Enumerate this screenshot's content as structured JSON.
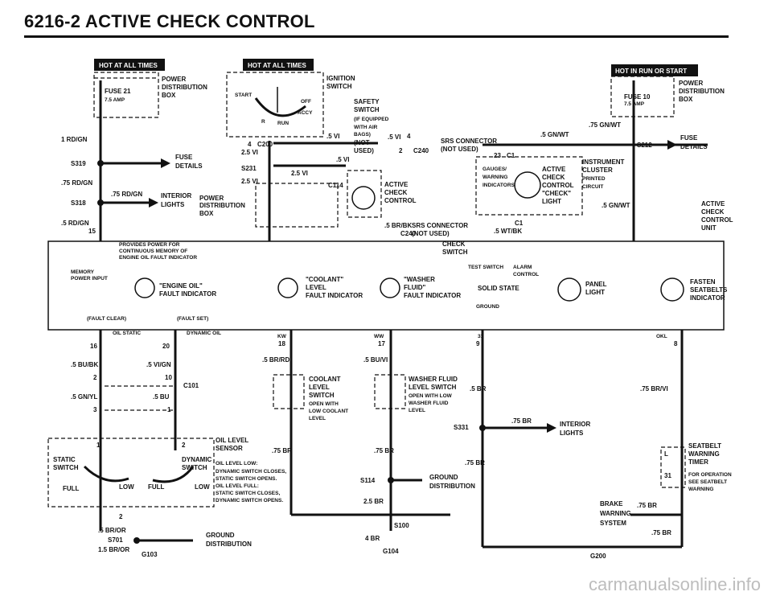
{
  "title": "6216-2  ACTIVE CHECK CONTROL",
  "watermark": "carmanualsonline.info",
  "badges": [
    "HOT AT ALL TIMES",
    "HOT AT ALL TIMES",
    "HOT IN RUN OR START"
  ],
  "fuses": {
    "f21": {
      "name": "FUSE 21",
      "rating": "7.5 AMP"
    },
    "f10": {
      "name": "FUSE 10",
      "rating": "7.5 AMP"
    }
  },
  "splices": {
    "s319": "S319",
    "s318": "S318",
    "s231": "S231",
    "s212": "S212",
    "s331": "S331",
    "s114": "S114",
    "s100": "S100",
    "s701": "S701"
  },
  "connectors": {
    "c200": "C200",
    "c240": "C240",
    "c114": "C114",
    "c1": "C1",
    "c101": "C101"
  },
  "grounds": {
    "g104": "G104",
    "g200": "G200",
    "g103": "G103"
  },
  "pins": {
    "p1": "1",
    "p2": "2",
    "p3": "3",
    "p4": "4",
    "p8": "8",
    "p9": "9",
    "p10": "10",
    "p15": "15",
    "p16": "16",
    "p17": "17",
    "p18": "18",
    "p20": "20",
    "p23": "23",
    "p31": "31"
  },
  "wires": {
    "w1": "1 RD/GN",
    "w2": ".75 RD/GN",
    "w3": ".75 RD/GN",
    "w4": ".5 RD/GN",
    "w5": ".5 VI",
    "w6": ".5 VI",
    "w7": "2.5 VI",
    "w7b": "2.5 VI",
    "w8": ".5 VI",
    "w9": "2.5 VI",
    "w10": ".5 BR/BK",
    "w11": ".5 GN/WT",
    "w11b": ".75 GN/WT",
    "w12": ".5 GN/WT",
    "w13": ".5 WT/BK",
    "w14": ".5 BU/BK",
    "w15": ".5 VI/GN",
    "w16": ".5 BR/RD",
    "w17": ".5 BU/VI",
    "w18": ".5 GN/YL",
    "w19": ".5 BU",
    "w20": ".5 BR",
    "w21": ".75 BR/VI",
    "w22": ".75 BR",
    "w23": ".75 BR",
    "w24": ".75 BR",
    "w25": ".75 BR",
    "w26": "2.5 BR",
    "w27": "4 BR",
    "w28": ".75 BR",
    "w29": ".75 BR",
    "w30": ".5 BR/OR",
    "w31": "1.5 BR/OR"
  },
  "labels": {
    "power_dist_1a": "POWER",
    "power_dist_1b": "DISTRIBUTION",
    "power_dist_1c": "BOX",
    "power_dist_2a": "POWER",
    "power_dist_2b": "DISTRIBUTION",
    "power_dist_2c": "BOX",
    "fuse": "FUSE",
    "details": "DETAILS",
    "interior": "INTERIOR",
    "lights": "LIGHTS",
    "ignition": "IGNITION",
    "switch": "SWITCH",
    "switch_caps": "SWITCH",
    "start": "START",
    "off": "OFF",
    "accy": "ACCY",
    "run": "RUN",
    "r": "R",
    "safety": "SAFETY",
    "if_equipped": "(IF EQUIPPED",
    "with_air": "WITH AIR",
    "bags": "BAGS)",
    "not": "(NOT",
    "used_1": "USED)",
    "srs_connector": "SRS CONNECTOR",
    "not_used_b": "(NOT USED)",
    "not_used_c": "(NOT USED)",
    "active": "ACTIVE",
    "check": "CHECK",
    "control": "CONTROL",
    "check_quoted": "\"CHECK\"",
    "light": "LIGHT",
    "unit": "UNIT",
    "gauges": "GAUGES/",
    "warning": "WARNING",
    "indicators": "INDICATORS",
    "instrument": "INSTRUMENT",
    "cluster": "CLUSTER",
    "printed": "PRINTED",
    "circuit": "CIRCUIT",
    "provides_1": "PROVIDES POWER FOR",
    "provides_2": "CONTINUOUS MEMORY OF",
    "provides_3": "ENGINE OIL FAULT INDICATOR",
    "memory": "MEMORY",
    "power_input": "POWER INPUT",
    "test_switch": "TEST SWITCH",
    "alarm": "ALARM",
    "control_small": "CONTROL",
    "engine_oil": "\"ENGINE OIL\"",
    "fault_indicator": "FAULT INDICATOR",
    "coolant": "\"COOLANT\"",
    "coolant_plain": "COOLANT",
    "level": "LEVEL",
    "washer": "\"WASHER",
    "fluid": "FLUID\"",
    "solid_state": "SOLID STATE",
    "ground": "GROUND",
    "panel": "PANEL",
    "fasten": "FASTEN",
    "seatbelts": "SEATBELTS",
    "indicator": "INDICATOR",
    "fault_clear": "(FAULT CLEAR)",
    "fault_set": "(FAULT SET)",
    "oil_static": "OIL STATIC",
    "dynamic_oil": "DYNAMIC OIL",
    "kw": "KW",
    "ww": "WW",
    "okl": "OKL",
    "open_with": "OPEN WITH",
    "low_coolant": "LOW COOLANT",
    "washer_fluid": "WASHER FLUID",
    "level_switch": "LEVEL SWITCH",
    "open_with_low": "OPEN WITH LOW",
    "washer_fluid_small": "WASHER FLUID",
    "oil_level": "OIL LEVEL",
    "sensor": "SENSOR",
    "static": "STATIC",
    "dynamic": "DYNAMIC",
    "oil_note_1": "OIL LEVEL LOW:",
    "oil_note_2": "DYNAMIC SWITCH CLOSES,",
    "oil_note_3": "STATIC SWITCH OPENS.",
    "oil_note_4": "OIL LEVEL FULL:",
    "oil_note_5": "STATIC SWITCH CLOSES,",
    "oil_note_6": "DYNAMIC SWITCH OPENS.",
    "full": "FULL",
    "low": "LOW",
    "distribution": "DISTRIBUTION",
    "seatbelt": "SEATBELT",
    "warning_caps": "WARNING",
    "timer": "TIMER",
    "for_operation": "FOR OPERATION",
    "see_seatbelt": "SEE SEATBELT",
    "l": "L",
    "brake": "BRAKE",
    "system": "SYSTEM"
  }
}
